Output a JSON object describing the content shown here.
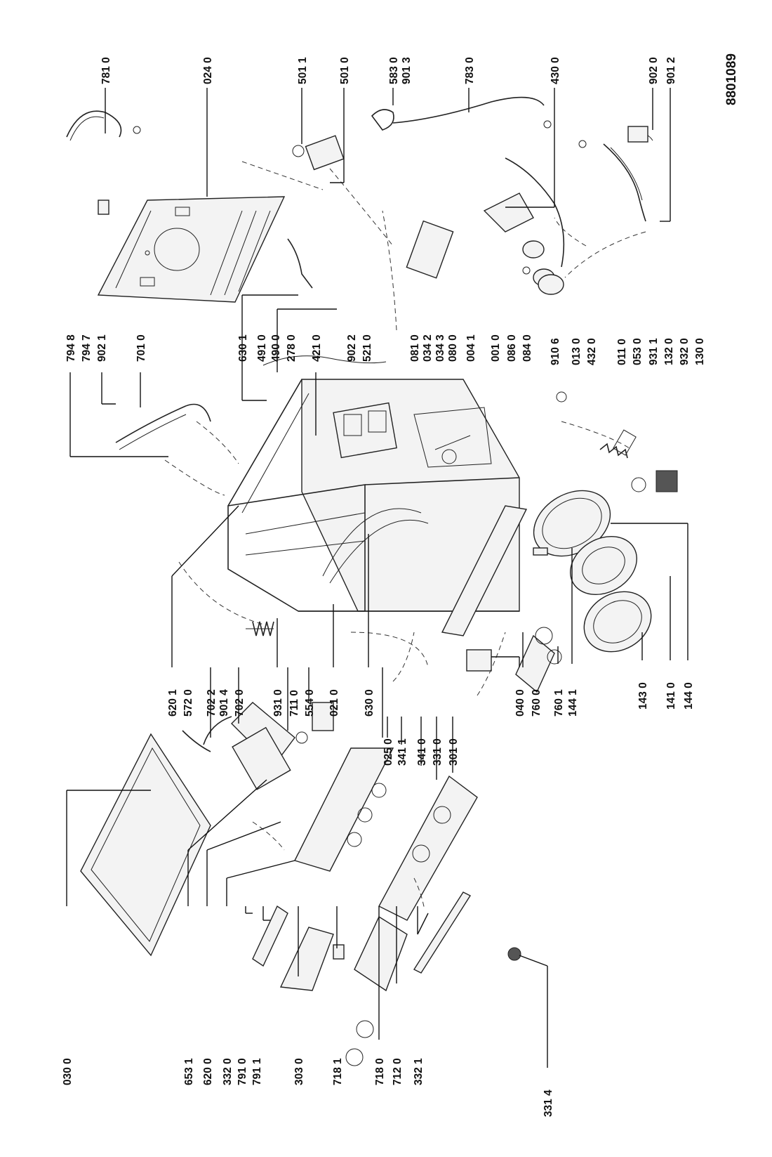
{
  "drawing_number": "8801089",
  "part_labels": [
    "781 0",
    "024 0",
    "501 0",
    "501 1",
    "583 0",
    "901 3",
    "783 0",
    "430 0",
    "902 0",
    "901 2",
    "794 8",
    "794 7",
    "902 1",
    "701 0",
    "630 1",
    "491 0",
    "490 0",
    "278 0",
    "421 0",
    "902 2",
    "521 0",
    "081 0",
    "034 2",
    "034 3",
    "080 0",
    "004 1",
    "001 0",
    "086 0",
    "084 0",
    "910 6",
    "013 0",
    "432 0",
    "011 0",
    "053 0",
    "931 1",
    "132 0",
    "932 0",
    "130 0",
    "030 0",
    "653 1",
    "620 0",
    "332 0",
    "791 0",
    "791 1",
    "303 0",
    "718 1",
    "718 0",
    "712 0",
    "332 1",
    "331 4",
    "620 1",
    "572 0",
    "702 2",
    "901 4",
    "702 0",
    "931 0",
    "711 0",
    "554 0",
    "021 0",
    "630 0",
    "025 0",
    "341 1",
    "341 0",
    "331 0",
    "301 0",
    "040 0",
    "760 0",
    "760 1",
    "144 1",
    "143 0",
    "141 0",
    "144 0"
  ]
}
